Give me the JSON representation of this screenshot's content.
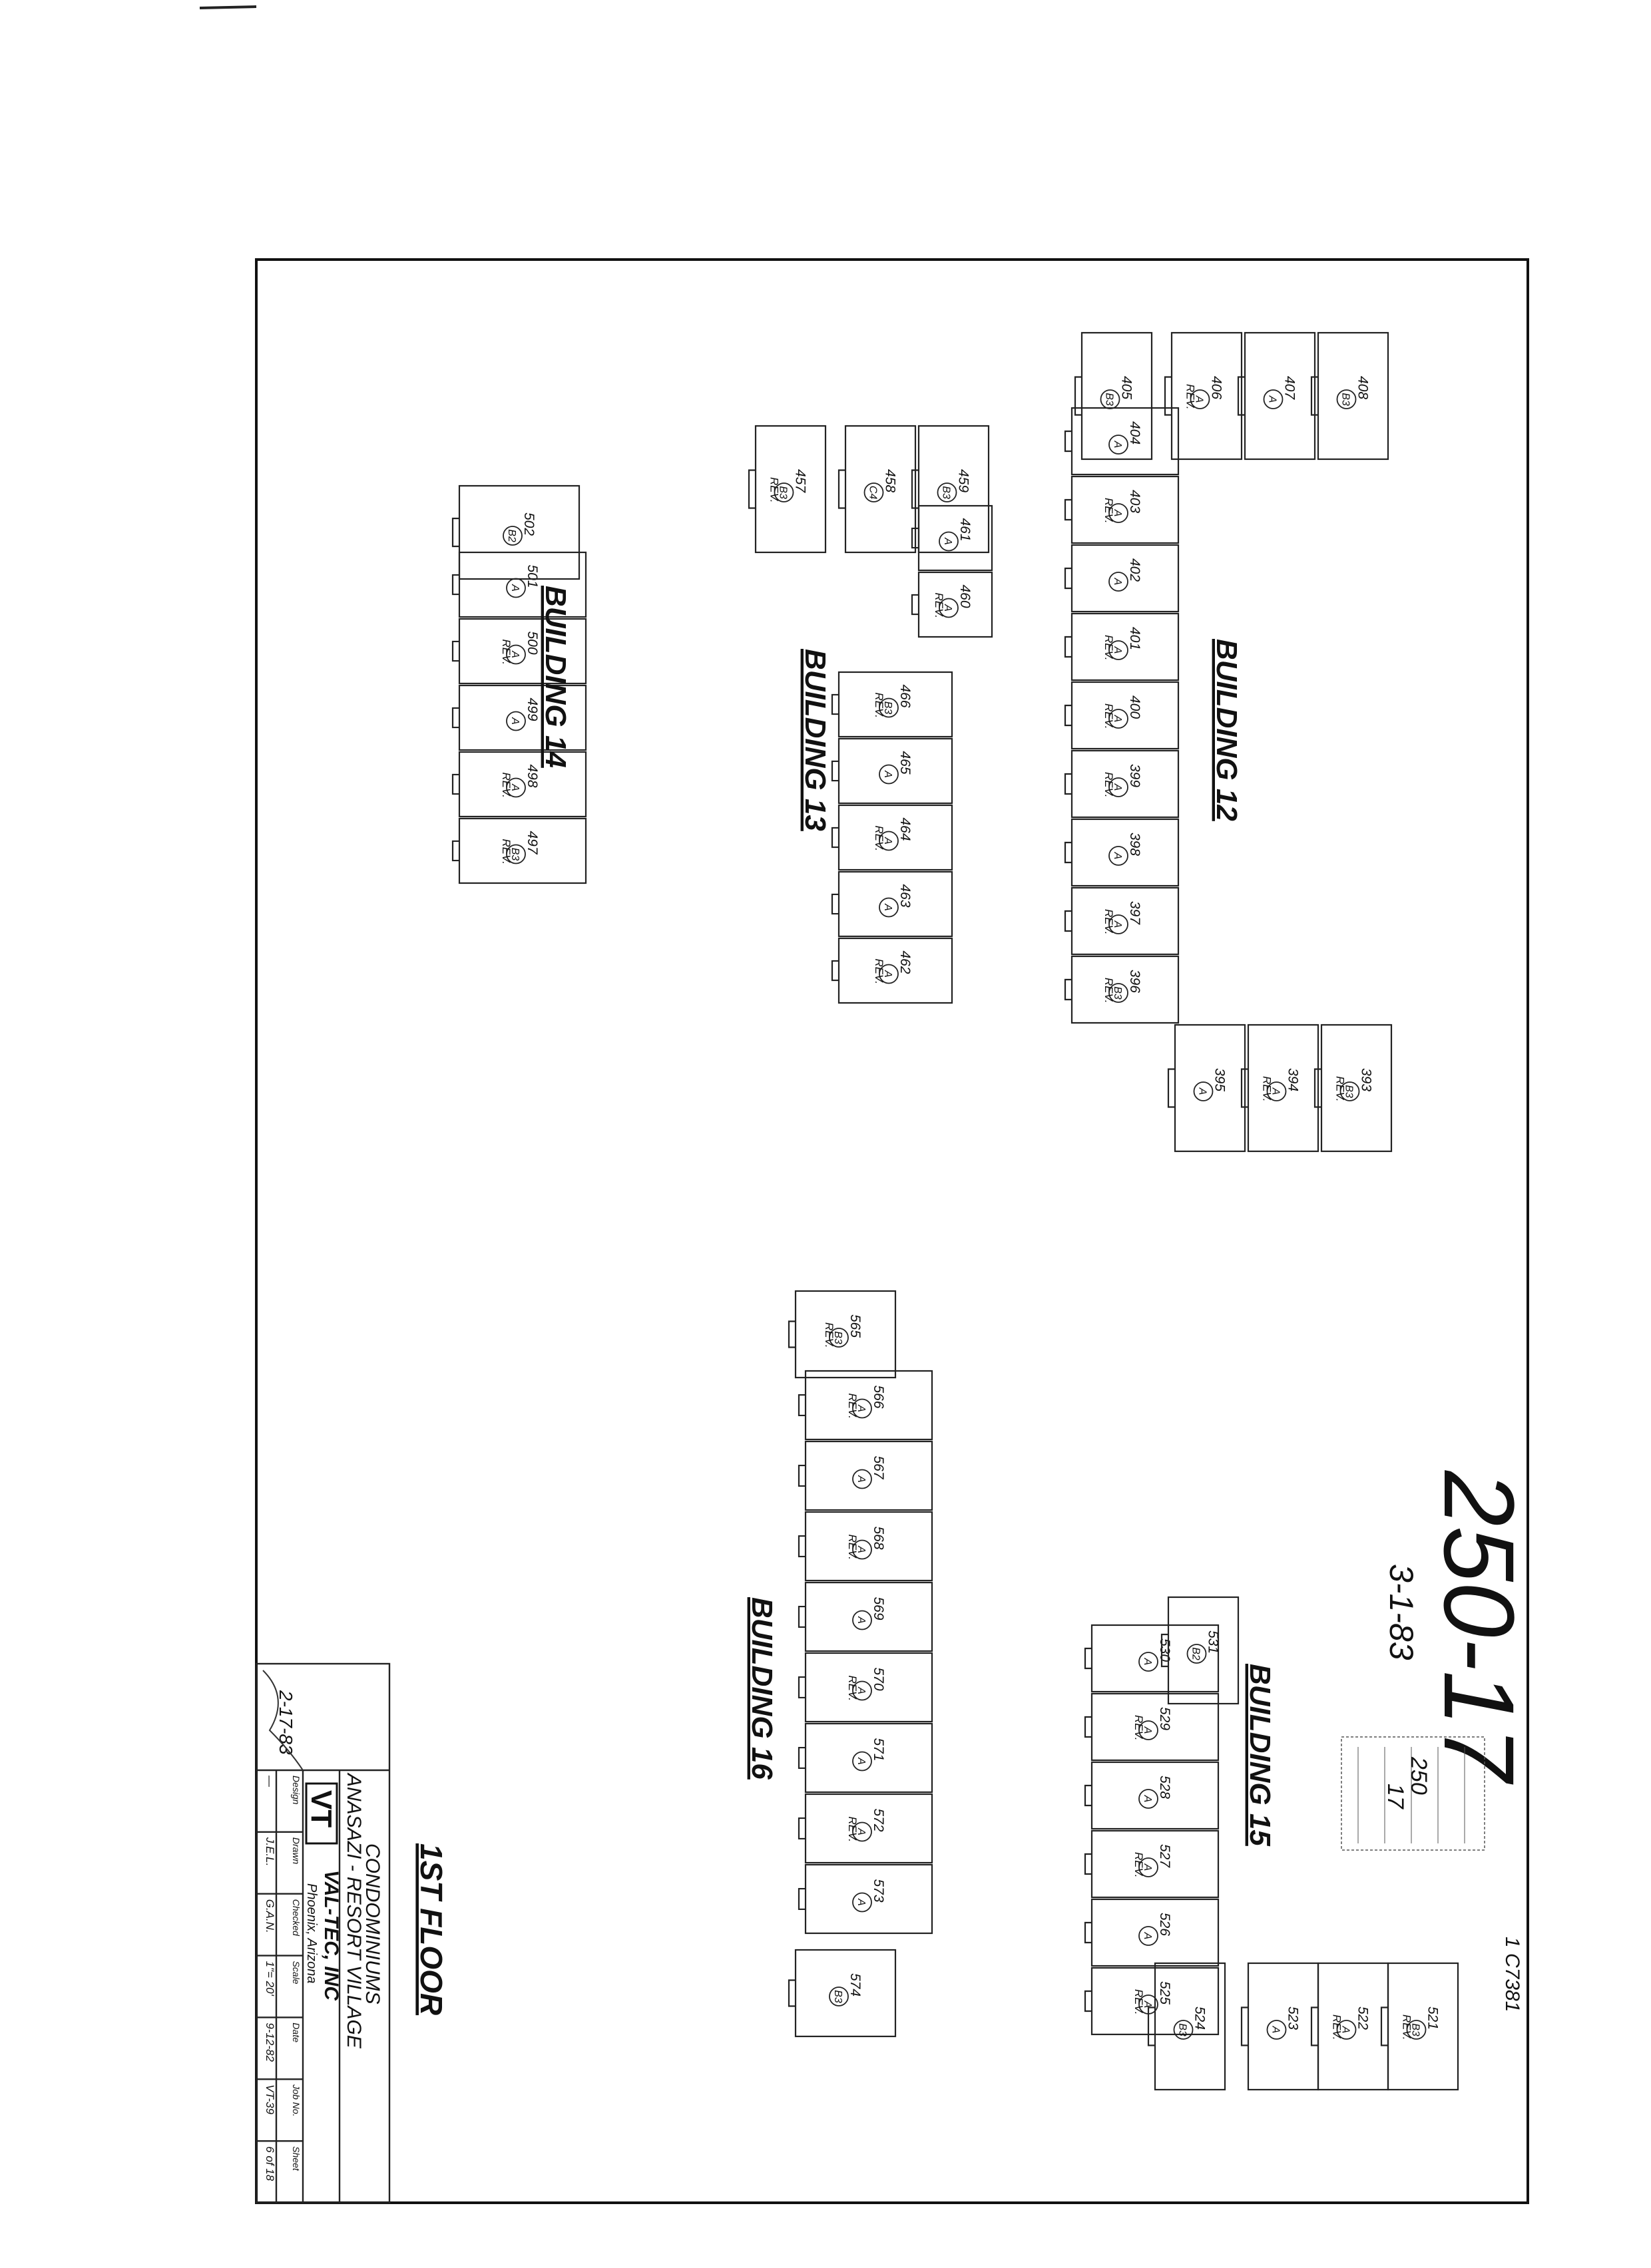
{
  "sheet": {
    "case_number": "250-17",
    "case_date": "3-1-83",
    "floor_label": "1ST  FLOOR",
    "stamp_lines": [
      "250",
      "17"
    ],
    "margin_note": "1 C7381"
  },
  "title_block": {
    "project_line1": "CONDOMINIUMS",
    "project_line2": "ANASAZI - RESORT VILLAGE",
    "firm_logo": "VT",
    "firm_name": "VAL-TEC, INC",
    "firm_city": "Phoenix, Arizona",
    "signature": "2-17-83",
    "fields": [
      {
        "label": "Design",
        "value": "—"
      },
      {
        "label": "Drawn",
        "value": "J.E.L."
      },
      {
        "label": "Checked",
        "value": "G.A.N."
      },
      {
        "label": "Scale",
        "value": "1\"= 20'"
      },
      {
        "label": "Date",
        "value": "9-12-82"
      },
      {
        "label": "Job No.",
        "value": "VT-39"
      },
      {
        "label": "Sheet",
        "value": "6 of 18"
      }
    ]
  },
  "buildings": [
    {
      "label": "BUILDING  12",
      "units": [
        {
          "num": "393",
          "type": "B3",
          "rev": "REV."
        },
        {
          "num": "394",
          "type": "A",
          "rev": "REV."
        },
        {
          "num": "395",
          "type": "A",
          "rev": ""
        },
        {
          "num": "396",
          "type": "B3",
          "rev": "REV."
        },
        {
          "num": "397",
          "type": "A",
          "rev": "REV."
        },
        {
          "num": "398",
          "type": "A",
          "rev": ""
        },
        {
          "num": "399",
          "type": "A",
          "rev": "REV."
        },
        {
          "num": "400",
          "type": "A",
          "rev": "REV."
        },
        {
          "num": "401",
          "type": "A",
          "rev": "REV."
        },
        {
          "num": "402",
          "type": "A",
          "rev": ""
        },
        {
          "num": "403",
          "type": "A",
          "rev": "REV."
        },
        {
          "num": "404",
          "type": "A",
          "rev": ""
        },
        {
          "num": "405",
          "type": "B3",
          "rev": ""
        },
        {
          "num": "406",
          "type": "A",
          "rev": "REV."
        },
        {
          "num": "407",
          "type": "A",
          "rev": ""
        },
        {
          "num": "408",
          "type": "B3",
          "rev": ""
        }
      ]
    },
    {
      "label": "BUILDING  13",
      "units": [
        {
          "num": "457",
          "type": "B3",
          "rev": "REV."
        },
        {
          "num": "458",
          "type": "C4",
          "rev": ""
        },
        {
          "num": "459",
          "type": "B3",
          "rev": ""
        },
        {
          "num": "460",
          "type": "A",
          "rev": "REV."
        },
        {
          "num": "461",
          "type": "A",
          "rev": ""
        },
        {
          "num": "462",
          "type": "A",
          "rev": "REV."
        },
        {
          "num": "463",
          "type": "A",
          "rev": ""
        },
        {
          "num": "464",
          "type": "A",
          "rev": "REV."
        },
        {
          "num": "465",
          "type": "A",
          "rev": ""
        },
        {
          "num": "466",
          "type": "B3",
          "rev": "REV."
        }
      ]
    },
    {
      "label": "BUILDING  14",
      "units": [
        {
          "num": "497",
          "type": "B3",
          "rev": "REV."
        },
        {
          "num": "498",
          "type": "A",
          "rev": "REV."
        },
        {
          "num": "499",
          "type": "A",
          "rev": ""
        },
        {
          "num": "500",
          "type": "A",
          "rev": "REV."
        },
        {
          "num": "501",
          "type": "A",
          "rev": ""
        },
        {
          "num": "502",
          "type": "B2",
          "rev": ""
        }
      ]
    },
    {
      "label": "BUILDING  15",
      "units": [
        {
          "num": "521",
          "type": "B3",
          "rev": "REV."
        },
        {
          "num": "522",
          "type": "A",
          "rev": "REV."
        },
        {
          "num": "523",
          "type": "A",
          "rev": ""
        },
        {
          "num": "524",
          "type": "B3",
          "rev": ""
        },
        {
          "num": "525",
          "type": "A",
          "rev": "REV."
        },
        {
          "num": "526",
          "type": "A",
          "rev": ""
        },
        {
          "num": "527",
          "type": "A",
          "rev": "REV."
        },
        {
          "num": "528",
          "type": "A",
          "rev": ""
        },
        {
          "num": "529",
          "type": "A",
          "rev": "REV."
        },
        {
          "num": "530",
          "type": "A",
          "rev": ""
        },
        {
          "num": "531",
          "type": "B2",
          "rev": ""
        }
      ]
    },
    {
      "label": "BUILDING  16",
      "units": [
        {
          "num": "565",
          "type": "B3",
          "rev": "REV."
        },
        {
          "num": "566",
          "type": "A",
          "rev": "REV."
        },
        {
          "num": "567",
          "type": "A",
          "rev": ""
        },
        {
          "num": "568",
          "type": "A",
          "rev": "REV."
        },
        {
          "num": "569",
          "type": "A",
          "rev": ""
        },
        {
          "num": "570",
          "type": "A",
          "rev": "REV."
        },
        {
          "num": "571",
          "type": "A",
          "rev": ""
        },
        {
          "num": "572",
          "type": "A",
          "rev": "REV."
        },
        {
          "num": "573",
          "type": "A",
          "rev": ""
        },
        {
          "num": "574",
          "type": "B3",
          "rev": ""
        }
      ]
    }
  ]
}
